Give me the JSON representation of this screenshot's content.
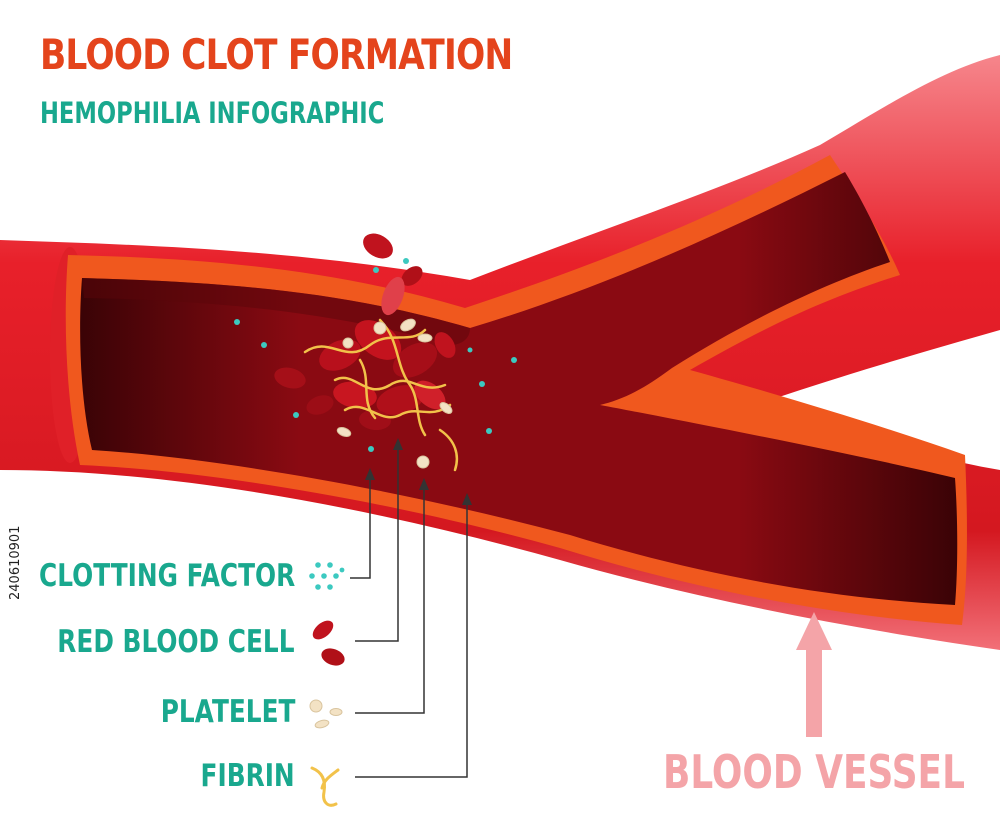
{
  "title": "BLOOD CLOT FORMATION",
  "subtitle": "HEMOPHILIA INFOGRAPHIC",
  "legend": [
    {
      "label": "CLOTTING FACTOR",
      "icon": "clotting-factor-icon"
    },
    {
      "label": "RED BLOOD CELL",
      "icon": "red-blood-cell-icon"
    },
    {
      "label": "PLATELET",
      "icon": "platelet-icon"
    },
    {
      "label": "FIBRIN",
      "icon": "fibrin-icon"
    }
  ],
  "vessel_label": "BLOOD VESSEL",
  "watermark": "240610901",
  "colors": {
    "title": "#e4441c",
    "subtitle": "#19a88e",
    "vessel_outer": "#e8202a",
    "vessel_wall": "#f0581e",
    "vessel_lumen": "#8e0a12",
    "vessel_label": "#f4a4a8",
    "clotting_factor": "#3cc9c0",
    "platelet": "#f3e2c4",
    "fibrin": "#f2c24a"
  }
}
